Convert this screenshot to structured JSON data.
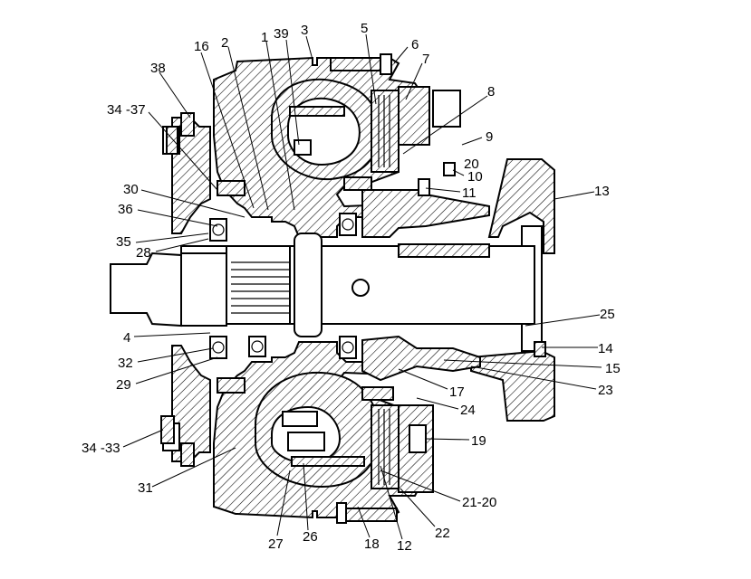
{
  "callouts": [
    {
      "id": "l16",
      "text": "16"
    },
    {
      "id": "l2",
      "text": "2"
    },
    {
      "id": "l1",
      "text": "1"
    },
    {
      "id": "l39",
      "text": "39"
    },
    {
      "id": "l3",
      "text": "3"
    },
    {
      "id": "l5",
      "text": "5"
    },
    {
      "id": "l6",
      "text": "6"
    },
    {
      "id": "l7",
      "text": "7"
    },
    {
      "id": "l38",
      "text": "38"
    },
    {
      "id": "l8",
      "text": "8"
    },
    {
      "id": "l34_37",
      "text": "34 -37"
    },
    {
      "id": "l9",
      "text": "9"
    },
    {
      "id": "l20a",
      "text": "20"
    },
    {
      "id": "l10",
      "text": "10"
    },
    {
      "id": "l30",
      "text": "30"
    },
    {
      "id": "l11",
      "text": "11"
    },
    {
      "id": "l13",
      "text": "13"
    },
    {
      "id": "l36",
      "text": "36"
    },
    {
      "id": "l35",
      "text": "35"
    },
    {
      "id": "l28",
      "text": "28"
    },
    {
      "id": "l25",
      "text": "25"
    },
    {
      "id": "l4",
      "text": "4"
    },
    {
      "id": "l14",
      "text": "14"
    },
    {
      "id": "l32",
      "text": "32"
    },
    {
      "id": "l15",
      "text": "15"
    },
    {
      "id": "l29",
      "text": "29"
    },
    {
      "id": "l17",
      "text": "17"
    },
    {
      "id": "l23",
      "text": "23"
    },
    {
      "id": "l24",
      "text": "24"
    },
    {
      "id": "l34_33",
      "text": "34 -33"
    },
    {
      "id": "l19",
      "text": "19"
    },
    {
      "id": "l31",
      "text": "31"
    },
    {
      "id": "l21_20",
      "text": "21-20"
    },
    {
      "id": "l22",
      "text": "22"
    },
    {
      "id": "l27",
      "text": "27"
    },
    {
      "id": "l26",
      "text": "26"
    },
    {
      "id": "l18",
      "text": "18"
    },
    {
      "id": "l12",
      "text": "12"
    }
  ]
}
